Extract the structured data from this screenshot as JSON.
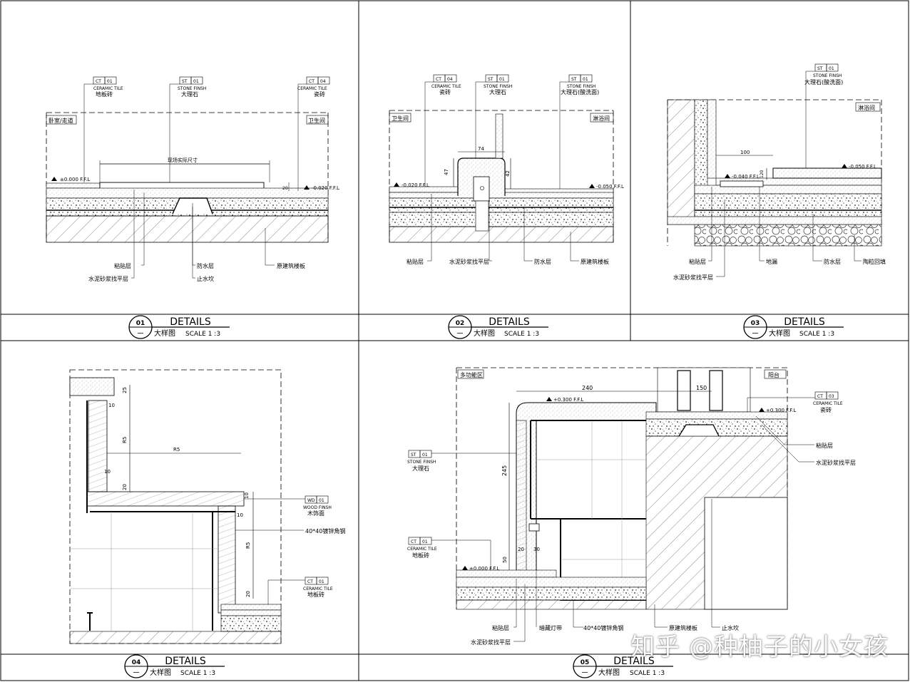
{
  "titles": [
    {
      "num": "01",
      "sub": "一",
      "title": "DETAILS",
      "cn": "大样图",
      "scale": "SCALE 1 :3"
    },
    {
      "num": "02",
      "sub": "一",
      "title": "DETAILS",
      "cn": "大样图",
      "scale": "SCALE 1 :3"
    },
    {
      "num": "03",
      "sub": "一",
      "title": "DETAILS",
      "cn": "大样图",
      "scale": "SCALE 1 :3"
    },
    {
      "num": "04",
      "sub": "一",
      "title": "DETAILS",
      "cn": "大样图",
      "scale": "SCALE 1 :3"
    },
    {
      "num": "05",
      "sub": "一",
      "title": "DETAILS",
      "cn": "大样图",
      "scale": "SCALE 1 :3"
    }
  ],
  "d1": {
    "tags": [
      {
        "code": "CT",
        "num": "01",
        "en": "CERAMIC TILE",
        "cn": "地板砖"
      },
      {
        "code": "ST",
        "num": "01",
        "en": "STONE FINSH",
        "cn": "大理石"
      },
      {
        "code": "CT",
        "num": "04",
        "en": "CERAMIC TILE",
        "cn": "瓷砖"
      }
    ],
    "room_left": "卧室/走道",
    "room_right": "卫生间",
    "dim": "现场实际尺寸",
    "lvl_left": "±0.000 F.F.L",
    "lvl_right": "-0.020 F.F.L",
    "dim_side": "20",
    "callouts": [
      "粘贴层",
      "水泥砂浆找平层",
      "防水层",
      "止水坎",
      "原建筑楼板"
    ]
  },
  "d2": {
    "tags": [
      {
        "code": "CT",
        "num": "04",
        "en": "CERAMIC TILE",
        "cn": "瓷砖"
      },
      {
        "code": "ST",
        "num": "01",
        "en": "STONE FINSH",
        "cn": "大理石"
      },
      {
        "code": "ST",
        "num": "01",
        "en": "STONE FINSH",
        "cn": "大理石(酸洗面)"
      }
    ],
    "room_left": "卫生间",
    "room_right": "淋浴间",
    "dims": [
      "74",
      "47",
      "42"
    ],
    "lvl_left": "-0.020 F.F.L",
    "lvl_right": "-0.050 F.F.L",
    "callouts": [
      "粘贴层",
      "水泥砂浆找平层",
      "防水层",
      "原建筑楼板"
    ]
  },
  "d3": {
    "tag": {
      "code": "ST",
      "num": "01",
      "en": "STONE FINSH",
      "cn": "大理石(酸洗面)"
    },
    "room": "淋浴间",
    "dims": [
      "100",
      "120"
    ],
    "lvl_left": "-0.040 F.F.L",
    "lvl_right": "-0.050 F.F.L",
    "callouts": [
      "粘贴层",
      "水泥砂浆找平层",
      "地漏",
      "防水层",
      "陶粒回填"
    ]
  },
  "d4": {
    "tags": [
      {
        "code": "WD",
        "num": "01",
        "en": "WOOD FINSH",
        "cn": "木饰面"
      },
      {
        "code": "CT",
        "num": "01",
        "en": "CERAMIC TILE",
        "cn": "地板砖"
      }
    ],
    "dims": [
      "25",
      "10",
      "R5",
      "10",
      "20",
      "R5",
      "10",
      "R5",
      "10",
      "20"
    ],
    "steel": "40*40镀锌角钢"
  },
  "d5": {
    "room_left": "多功能区",
    "room_right": "阳台",
    "dims": [
      "240",
      "150",
      "245",
      "20",
      "30",
      "50"
    ],
    "lvl_top": "+0.300 F.F.L",
    "lvl_right": "+0.300 F.F.L",
    "lvl_bottom": "±0.000 F.F.L",
    "tag_right": {
      "code": "CT",
      "num": "03",
      "en": "CERAMIC TILE",
      "cn": "瓷砖"
    },
    "tag_stone": {
      "code": "ST",
      "num": "01",
      "en": "STONE FINSH",
      "cn": "大理石"
    },
    "tag_floor": {
      "code": "CT",
      "num": "01",
      "en": "CERAMIC TILE",
      "cn": "地板砖"
    },
    "callouts_right": [
      "粘贴层",
      "水泥砂浆找平层"
    ],
    "callouts_bottom": [
      "粘贴层",
      "水泥砂浆找平层",
      "暗藏灯带",
      "40*40镀锌角钢",
      "原建筑楼板",
      "止水坎"
    ]
  },
  "watermark": "知乎 @种柚子的小女孩"
}
